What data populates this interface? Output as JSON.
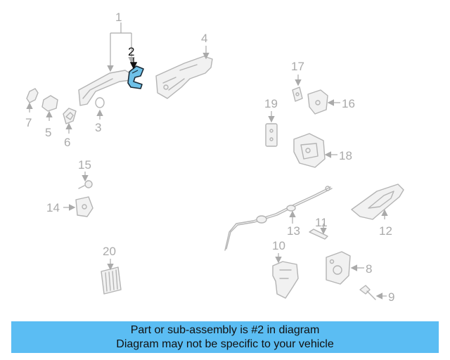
{
  "callouts": [
    "1",
    "2",
    "3",
    "4",
    "5",
    "6",
    "7",
    "8",
    "9",
    "10",
    "11",
    "12",
    "13",
    "14",
    "15",
    "16",
    "17",
    "18",
    "19",
    "20"
  ],
  "highlighted_part": "2",
  "colors": {
    "highlight_part": "#6ec1e8",
    "banner": "#5bbdf3",
    "inactive": "#aaaaaa"
  },
  "banner": {
    "line1": "Part or sub-assembly is #2 in diagram",
    "line2": "Diagram may not be specific to your vehicle"
  }
}
